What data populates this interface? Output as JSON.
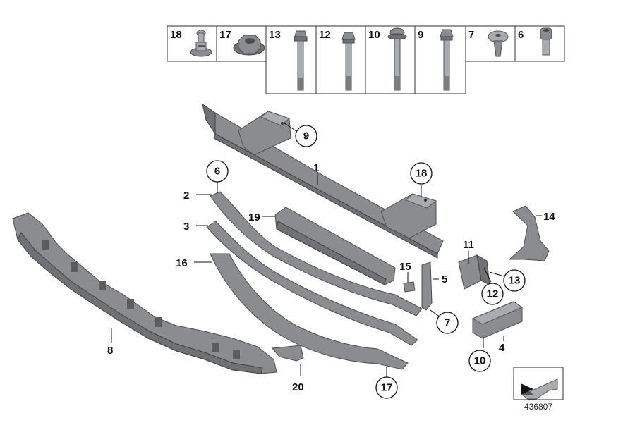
{
  "fasteners": [
    {
      "num": "18",
      "icon": "clip-fastener-icon"
    },
    {
      "num": "17",
      "icon": "hex-nut-icon"
    },
    {
      "num": "13",
      "icon": "long-bolt-icon"
    },
    {
      "num": "12",
      "icon": "bolt-icon"
    },
    {
      "num": "10",
      "icon": "flange-bolt-icon"
    },
    {
      "num": "9",
      "icon": "hex-bolt-icon"
    },
    {
      "num": "7",
      "icon": "expanding-rivet-icon"
    },
    {
      "num": "6",
      "icon": "socket-screw-icon"
    }
  ],
  "callouts": {
    "p1": "1",
    "p2": "2",
    "p3": "3",
    "p4": "4",
    "p5": "5",
    "p8": "8",
    "p11": "11",
    "p14": "14",
    "p15": "15",
    "p16": "16",
    "p19": "19",
    "p20": "20",
    "c6": "6",
    "c7": "7",
    "c9": "9",
    "c10": "10",
    "c12": "12",
    "c13": "13",
    "c17": "17",
    "c18": "18"
  },
  "reference_number": "436807",
  "colors": {
    "part_fill": "#8a8c90",
    "part_dark": "#6f7175",
    "line": "#111111"
  }
}
